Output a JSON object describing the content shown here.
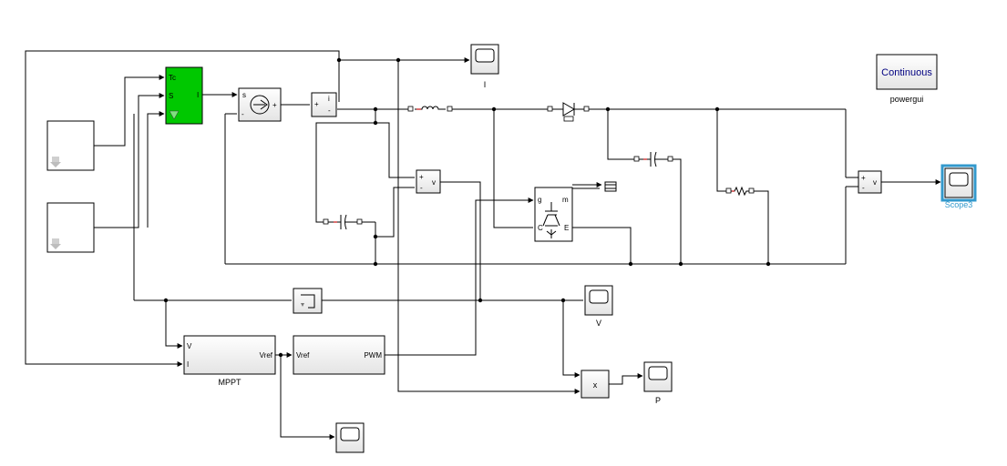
{
  "blocks": {
    "pv_port_tc": "Tc",
    "pv_port_s": "S",
    "pv_port_i": "I",
    "src_port_s": "s",
    "src_plus": "+",
    "src_minus": "-",
    "imeas_port_i": "i",
    "imeas_plus": "+",
    "imeas_minus": "-",
    "scope_i_label": "I",
    "powergui_box_text": "Continuous",
    "powergui_label": "powergui",
    "vmeas_plus": "+",
    "vmeas_minus": "-",
    "vmeas_v": "v",
    "igbt_g": "g",
    "igbt_m": "m",
    "igbt_c": "C",
    "igbt_e": "E",
    "vmeas2_plus": "+",
    "vmeas2_minus": "-",
    "vmeas2_v": "v",
    "scope3_label": "Scope3",
    "scope_v_label": "V",
    "mppt_in_v": "V",
    "mppt_in_i": "I",
    "mppt_out": "Vref",
    "mppt_label": "MPPT",
    "pwm_in": "Vref",
    "pwm_out": "PWM",
    "product_sign": "x",
    "scope_p_label": "P"
  },
  "colors": {
    "pv_block": "#00c800",
    "selected": "#3399cc",
    "powergui_text": "#000080"
  },
  "icons": [
    "constant-source-icon",
    "current-source-icon",
    "inductor-icon",
    "diode-icon",
    "capacitor-icon",
    "resistor-icon",
    "igbt-icon",
    "scope-icon",
    "memory-block-icon",
    "bus-selector-icon"
  ]
}
